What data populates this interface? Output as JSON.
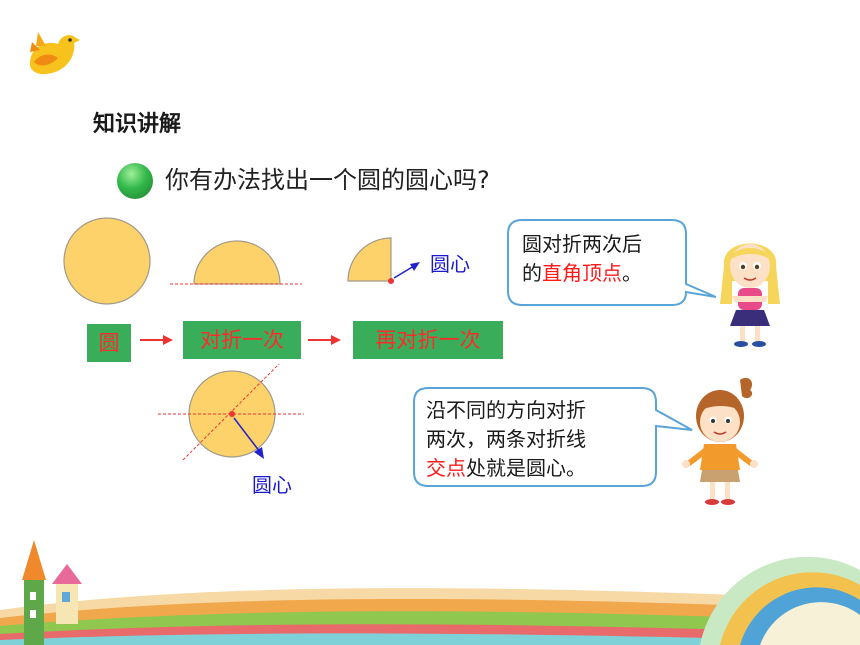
{
  "section_title": "知识讲解",
  "question": "你有办法找出一个圆的圆心吗?",
  "flow": {
    "step1": "圆",
    "step2": "对折一次",
    "step3": "再对折一次"
  },
  "labels": {
    "center_quarter": "圆心",
    "center_crossed": "圆心"
  },
  "bubble1": {
    "line1": "圆对折两次后",
    "line2_pre": "的",
    "line2_red": "直角顶点",
    "line2_post": "。"
  },
  "bubble2": {
    "line1": "沿不同的方向对折",
    "line2": "两次，两条对折线",
    "line3_red": "交点",
    "line3_post": "处就是圆心。"
  },
  "colors": {
    "circle_fill": "#fdd26a",
    "circle_stroke": "#a09a8a",
    "box_green": "#3aad5a",
    "text_red": "#ff2a2a",
    "label_blue": "#1a1acb",
    "bubble_border": "#5aa4d8"
  }
}
